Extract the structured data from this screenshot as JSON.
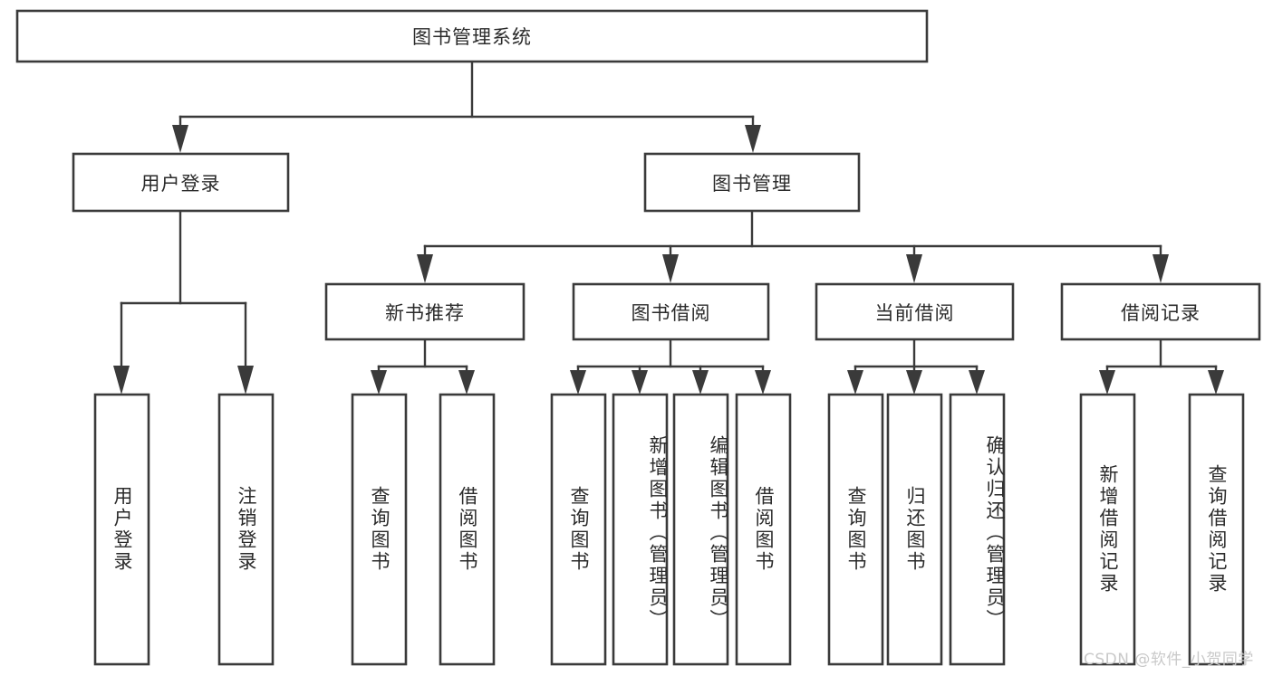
{
  "diagram": {
    "type": "tree",
    "title": "图书管理系统",
    "watermark": "CSDN @软件_小贺同学",
    "colors": {
      "box_stroke": "#3a3a3a",
      "box_fill": "#ffffff",
      "text": "#2b2b2b",
      "connector": "#3a3a3a",
      "watermark": "#c9c9c9",
      "background": "#ffffff"
    },
    "nodes": {
      "root": {
        "label": "图书管理系统",
        "orientation": "horizontal"
      },
      "level1": [
        {
          "id": "user-login",
          "label": "用户登录",
          "orientation": "horizontal"
        },
        {
          "id": "book-management",
          "label": "图书管理",
          "orientation": "horizontal"
        }
      ],
      "level2": [
        {
          "id": "new-book-recommend",
          "label": "新书推荐",
          "orientation": "horizontal"
        },
        {
          "id": "book-borrow",
          "label": "图书借阅",
          "orientation": "horizontal"
        },
        {
          "id": "current-borrow",
          "label": "当前借阅",
          "orientation": "horizontal"
        },
        {
          "id": "borrow-record",
          "label": "借阅记录",
          "orientation": "horizontal"
        }
      ],
      "leaves": [
        {
          "id": "leaf-user-login",
          "parent": "user-login",
          "label": "用户登录",
          "orientation": "vertical"
        },
        {
          "id": "leaf-logout",
          "parent": "user-login",
          "label": "注销登录",
          "orientation": "vertical"
        },
        {
          "id": "leaf-query-book-1",
          "parent": "new-book-recommend",
          "label": "查询图书",
          "orientation": "vertical"
        },
        {
          "id": "leaf-borrow-book-1",
          "parent": "new-book-recommend",
          "label": "借阅图书",
          "orientation": "vertical"
        },
        {
          "id": "leaf-query-book-2",
          "parent": "book-borrow",
          "label": "查询图书",
          "orientation": "vertical"
        },
        {
          "id": "leaf-add-book",
          "parent": "book-borrow",
          "label": "新增图书（管理员）",
          "orientation": "vertical"
        },
        {
          "id": "leaf-edit-book",
          "parent": "book-borrow",
          "label": "编辑图书（管理员）",
          "orientation": "vertical"
        },
        {
          "id": "leaf-borrow-book-2",
          "parent": "book-borrow",
          "label": "借阅图书",
          "orientation": "vertical"
        },
        {
          "id": "leaf-query-book-3",
          "parent": "current-borrow",
          "label": "查询图书",
          "orientation": "vertical"
        },
        {
          "id": "leaf-return-book",
          "parent": "current-borrow",
          "label": "归还图书",
          "orientation": "vertical"
        },
        {
          "id": "leaf-confirm-return",
          "parent": "current-borrow",
          "label": "确认归还（管理员）",
          "orientation": "vertical"
        },
        {
          "id": "leaf-add-record",
          "parent": "borrow-record",
          "label": "新增借阅记录",
          "orientation": "vertical"
        },
        {
          "id": "leaf-query-record",
          "parent": "borrow-record",
          "label": "查询借阅记录",
          "orientation": "vertical"
        }
      ]
    }
  }
}
